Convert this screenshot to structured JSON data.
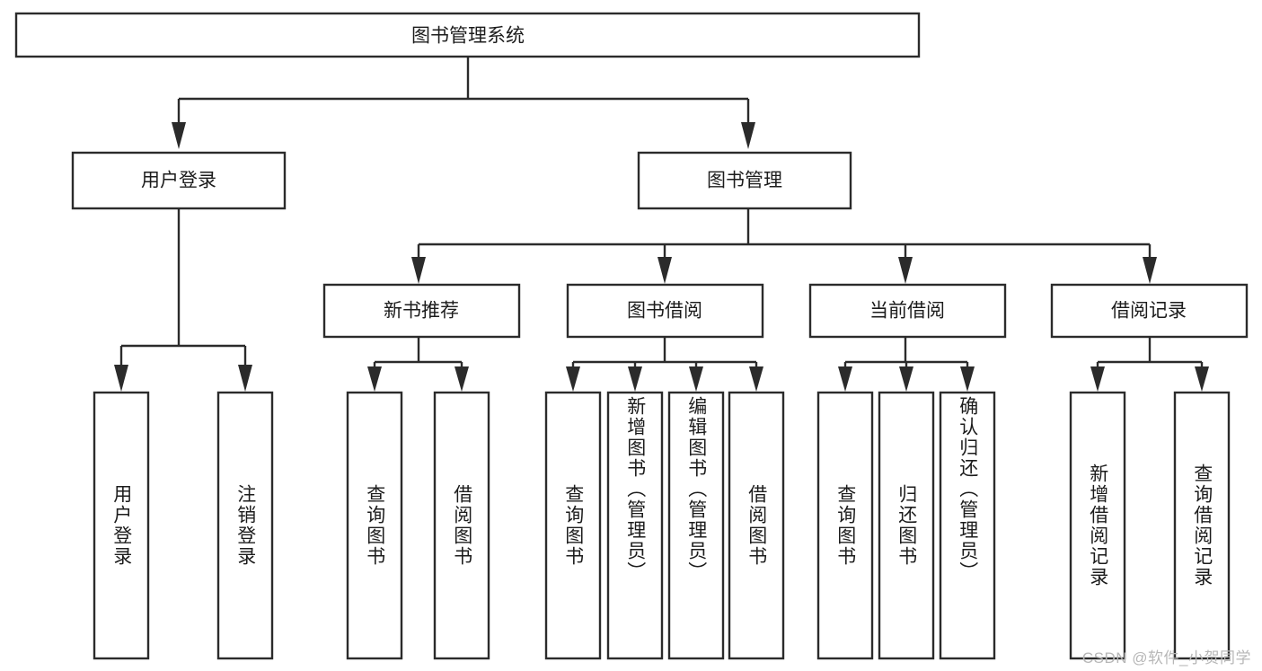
{
  "diagram": {
    "title": "图书管理系统",
    "type": "hierarchy-tree",
    "root": {
      "id": "root",
      "label": "图书管理系统",
      "orientation": "horizontal"
    },
    "level2": [
      {
        "id": "user-login",
        "label": "用户登录",
        "orientation": "horizontal"
      },
      {
        "id": "book-management",
        "label": "图书管理",
        "orientation": "horizontal"
      }
    ],
    "level3": [
      {
        "id": "new-book-recommend",
        "label": "新书推荐",
        "orientation": "horizontal",
        "parent": "book-management"
      },
      {
        "id": "book-borrow",
        "label": "图书借阅",
        "orientation": "horizontal",
        "parent": "book-management"
      },
      {
        "id": "current-borrow",
        "label": "当前借阅",
        "orientation": "horizontal",
        "parent": "book-management"
      },
      {
        "id": "borrow-record",
        "label": "借阅记录",
        "orientation": "horizontal",
        "parent": "book-management"
      }
    ],
    "leaves": [
      {
        "id": "leaf-user-login",
        "label": "用户登录",
        "orientation": "vertical",
        "parent": "user-login"
      },
      {
        "id": "leaf-logout-login",
        "label": "注销登录",
        "orientation": "vertical",
        "parent": "user-login"
      },
      {
        "id": "leaf-query-book-1",
        "label": "查询图书",
        "orientation": "vertical",
        "parent": "new-book-recommend"
      },
      {
        "id": "leaf-borrow-book-1",
        "label": "借阅图书",
        "orientation": "vertical",
        "parent": "new-book-recommend"
      },
      {
        "id": "leaf-query-book-2",
        "label": "查询图书",
        "orientation": "vertical",
        "parent": "book-borrow"
      },
      {
        "id": "leaf-add-book",
        "label": "新增图书（管理员）",
        "orientation": "vertical",
        "parent": "book-borrow"
      },
      {
        "id": "leaf-edit-book",
        "label": "编辑图书（管理员）",
        "orientation": "vertical",
        "parent": "book-borrow"
      },
      {
        "id": "leaf-borrow-book-2",
        "label": "借阅图书",
        "orientation": "vertical",
        "parent": "book-borrow"
      },
      {
        "id": "leaf-query-book-3",
        "label": "查询图书",
        "orientation": "vertical",
        "parent": "current-borrow"
      },
      {
        "id": "leaf-return-book",
        "label": "归还图书",
        "orientation": "vertical",
        "parent": "current-borrow"
      },
      {
        "id": "leaf-confirm-return",
        "label": "确认归还（管理员）",
        "orientation": "vertical",
        "parent": "current-borrow"
      },
      {
        "id": "leaf-add-record",
        "label": "新增借阅记录",
        "orientation": "vertical",
        "parent": "borrow-record"
      },
      {
        "id": "leaf-query-record",
        "label": "查询借阅记录",
        "orientation": "vertical",
        "parent": "borrow-record"
      }
    ],
    "colors": {
      "stroke": "#2b2b2b",
      "fill": "#ffffff",
      "text": "#1c1c1c",
      "watermark": "#b7b7b7",
      "background": "#ffffff"
    }
  },
  "watermark": {
    "text": "CSDN @软件_小贺同学"
  }
}
